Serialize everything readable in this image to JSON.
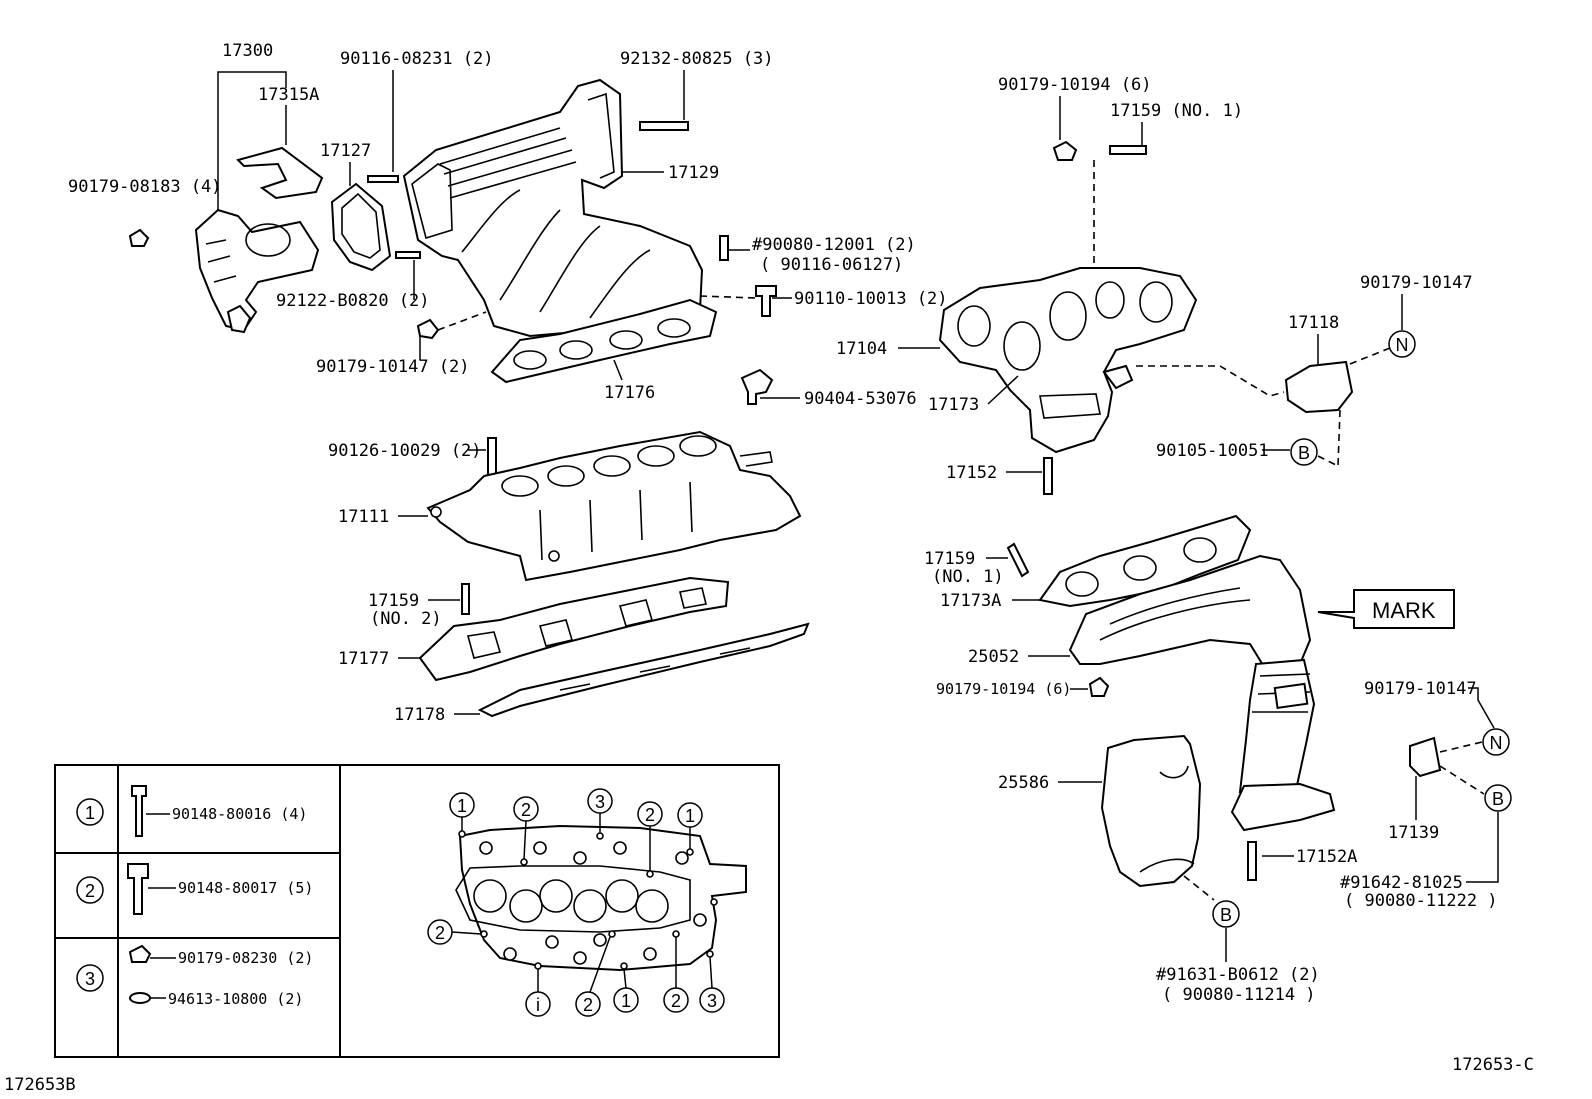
{
  "labels": {
    "p17300": "17300",
    "p17315A": "17315A",
    "p90179_08183": "90179-08183 (4)",
    "p90116_08231": "90116-08231 (2)",
    "p92132_80825": "92132-80825 (3)",
    "p17127": "17127",
    "p17129": "17129",
    "p90080_12001": "#90080-12001 (2)",
    "p90116_06127": "( 90116-06127)",
    "p92122_B0820": "92122-B0820 (2)",
    "p90110_10013": "90110-10013 (2)",
    "p90179_10147_2": "90179-10147 (2)",
    "p17176": "17176",
    "p90404_53076": "90404-53076",
    "p90126_10029": "90126-10029 (2)",
    "p17111": "17111",
    "p17159_no2_a": "17159",
    "p17159_no2_b": "(NO. 2)",
    "p17177": "17177",
    "p17178": "17178",
    "p90179_10194_top": "90179-10194 (6)",
    "p17159_no1_top": "17159 (NO. 1)",
    "p17104": "17104",
    "p17173": "17173",
    "p90179_10147_r": "90179-10147",
    "p17118": "17118",
    "p90105_10051": "90105-10051",
    "p17152": "17152",
    "p17159_no1_a": "17159",
    "p17159_no1_b": "(NO. 1)",
    "p17173A": "17173A",
    "mark": "MARK",
    "p25052": "25052",
    "p90179_10194_bot": "90179-10194 (6)",
    "p90179_10147_br": "90179-10147",
    "p25586": "25586",
    "p17139": "17139",
    "p17152A": "17152A",
    "p91642_81025": "#91642-81025",
    "p90080_11222": "( 90080-11222 )",
    "p91631_B0612": "#91631-B0612 (2)",
    "p90080_11214": "( 90080-11214 )",
    "code_left": "172653B",
    "code_right": "172653-C"
  },
  "callouts": {
    "n": "N",
    "b": "B",
    "one": "1",
    "two": "2",
    "three": "3",
    "one_alt": "i"
  },
  "legend": {
    "rows": [
      {
        "key": "1",
        "items": [
          "90148-80016 (4)"
        ]
      },
      {
        "key": "2",
        "items": [
          "90148-80017 (5)"
        ]
      },
      {
        "key": "3",
        "items": [
          "90179-08230 (2)",
          "94613-10800 (2)"
        ]
      }
    ]
  }
}
